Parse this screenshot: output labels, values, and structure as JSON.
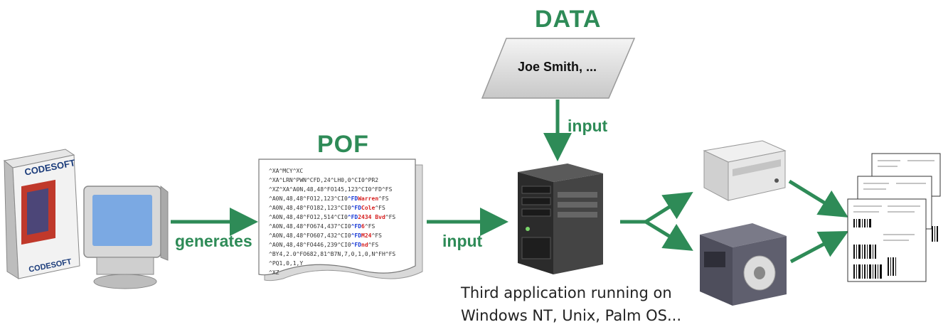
{
  "labels": {
    "data_title": "DATA",
    "data_value": "Joe Smith, ...",
    "pof_title": "POF",
    "generates": "generates",
    "input_top": "input",
    "input_mid": "input",
    "caption_line1": "Third application running on",
    "caption_line2": "Windows NT, Unix, Palm OS...",
    "box_brand_top": "CODESOFT",
    "box_brand_bottom": "CODESOFT"
  },
  "pof_lines": [
    {
      "pre": "^XA^MCY^XC",
      "hl": "",
      "hr": "",
      "post": ""
    },
    {
      "pre": "^XA^LRN^PWN^CFD,24^LH0,0^CI0^PR2",
      "hl": "",
      "hr": "",
      "post": ""
    },
    {
      "pre": "^XZ^XA^A0N,48,48^FO145,123^CI0^FD^FS",
      "hl": "",
      "hr": "",
      "post": ""
    },
    {
      "pre": "^A0N,48,48^FO12,123^CI0",
      "hl": "^FD",
      "hr": "Warren",
      "post": "^FS"
    },
    {
      "pre": "^A0N,48,48^FO182,123^CI0",
      "hl": "^FD",
      "hr": "Cole",
      "post": "^FS"
    },
    {
      "pre": "^A0N,48,48^FO12,514^CI0",
      "hl": "^FD",
      "hr": "2434 Bvd",
      "post": "^FS"
    },
    {
      "pre": "^A0N,48,48^FO674,437^CI0",
      "hl": "^FD",
      "hr": "6",
      "post": "^FS"
    },
    {
      "pre": "^A0N,48,48^FO607,432^CI0",
      "hl": "^FD",
      "hr": "M24",
      "post": "^FS"
    },
    {
      "pre": "^A0N,48,48^FO446,239^CI0",
      "hl": "^FD",
      "hr": "nd",
      "post": "^FS"
    },
    {
      "pre": "^BY4,2.0^FO682,81^B7N,7,0,1,0,N^FH^FS",
      "hl": "",
      "hr": "",
      "post": ""
    },
    {
      "pre": "^PQ1,0,1,Y",
      "hl": "",
      "hr": "",
      "post": ""
    },
    {
      "pre": "^XZ",
      "hl": "",
      "hr": "",
      "post": ""
    }
  ],
  "colors": {
    "arrow": "#2e8b57",
    "label": "#2e8b57"
  }
}
